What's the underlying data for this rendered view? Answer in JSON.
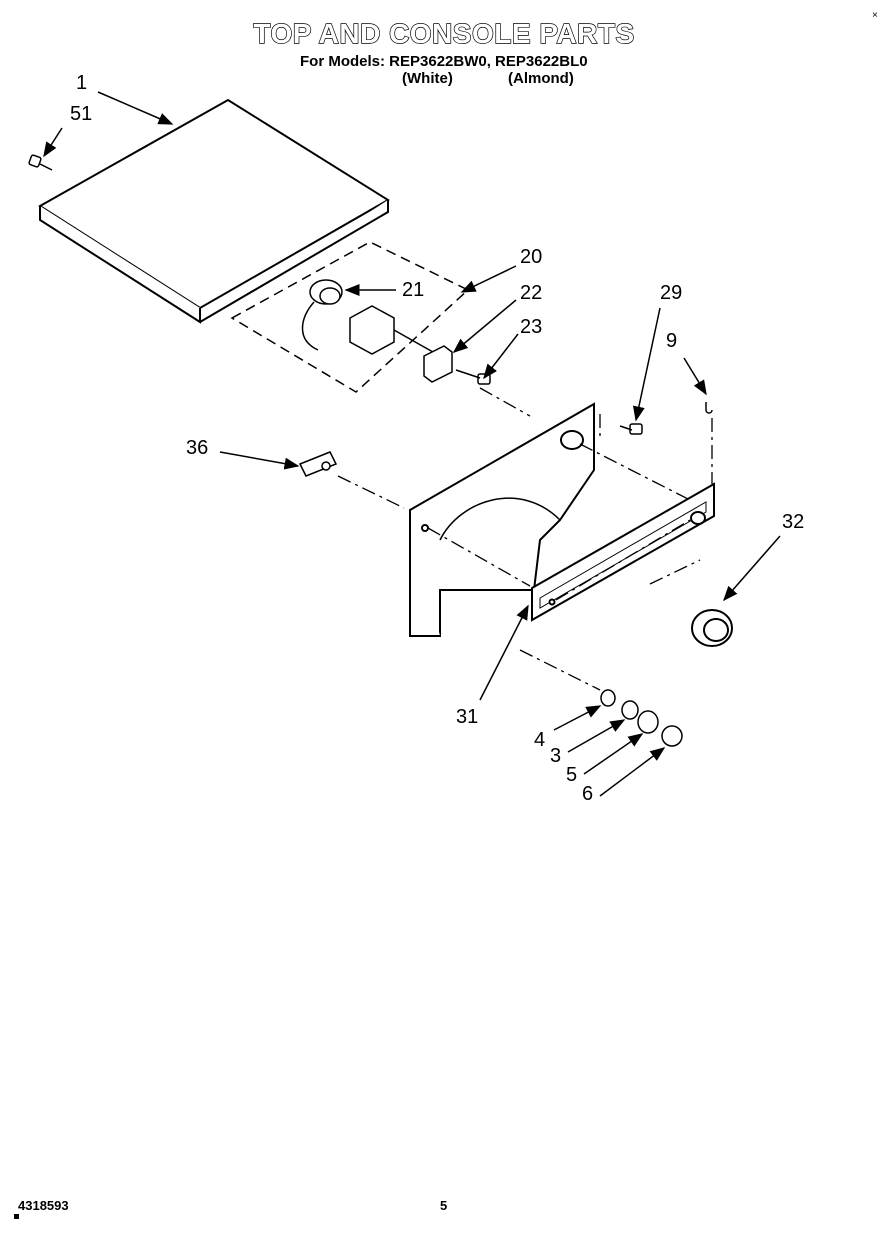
{
  "title": "TOP AND CONSOLE PARTS",
  "models_line": "For Models: REP3622BW0, REP3622BL0",
  "color_white": "(White)",
  "color_almond": "(Almond)",
  "callouts": [
    "1",
    "51",
    "20",
    "21",
    "22",
    "23",
    "29",
    "9",
    "36",
    "32",
    "31",
    "4",
    "3",
    "5",
    "6"
  ],
  "footer_part_number": "4318593",
  "page_number": "5",
  "corner_mark": "×"
}
